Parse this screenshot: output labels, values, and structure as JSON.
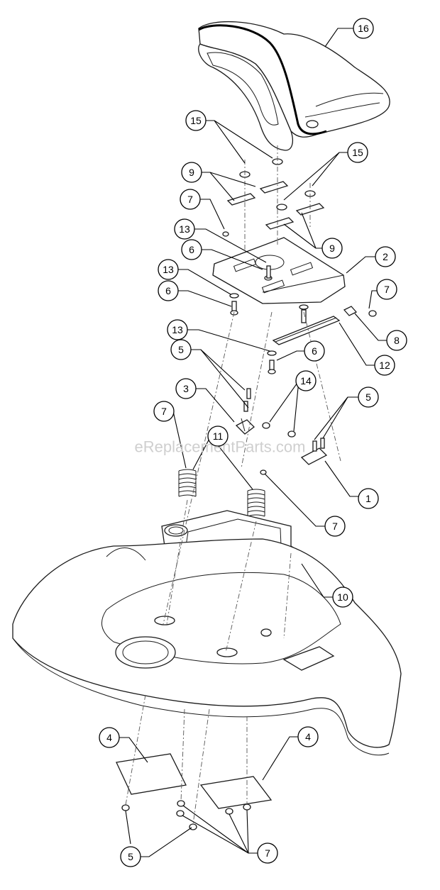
{
  "watermark": "eReplacementParts.com",
  "callouts": [
    {
      "label": "16"
    },
    {
      "label": "15"
    },
    {
      "label": "9"
    },
    {
      "label": "15"
    },
    {
      "label": "7"
    },
    {
      "label": "13"
    },
    {
      "label": "6"
    },
    {
      "label": "9"
    },
    {
      "label": "2"
    },
    {
      "label": "13"
    },
    {
      "label": "6"
    },
    {
      "label": "7"
    },
    {
      "label": "8"
    },
    {
      "label": "13"
    },
    {
      "label": "6"
    },
    {
      "label": "12"
    },
    {
      "label": "5"
    },
    {
      "label": "3"
    },
    {
      "label": "14"
    },
    {
      "label": "5"
    },
    {
      "label": "7"
    },
    {
      "label": "11"
    },
    {
      "label": "1"
    },
    {
      "label": "7"
    },
    {
      "label": "10"
    },
    {
      "label": "4"
    },
    {
      "label": "4"
    },
    {
      "label": "5"
    },
    {
      "label": "7"
    }
  ]
}
